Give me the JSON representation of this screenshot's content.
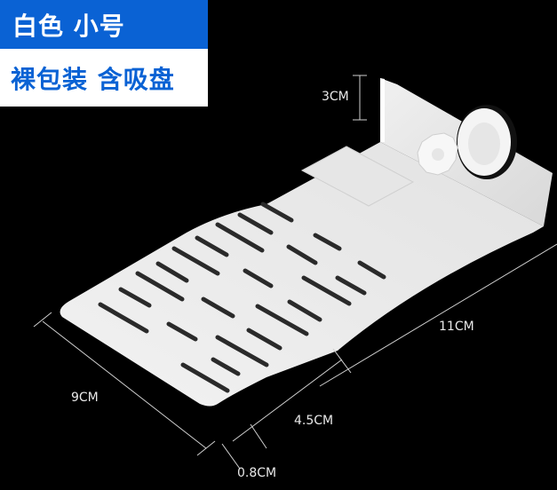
{
  "badge": {
    "line1": "白色 小号",
    "line2": "裸包装 含吸盘",
    "line1_bg": "#0a62d4",
    "line2_fg": "#0a62d4"
  },
  "product": {
    "name": "perforated-basking-platform",
    "color": "white",
    "features": [
      "suction-cup",
      "adjustment-knob",
      "slotted-drain-holes"
    ]
  },
  "dimensions": {
    "height": "3CM",
    "length": "11CM",
    "width": "9CM",
    "ramp": "4.5CM",
    "thickness": "0.8CM"
  }
}
